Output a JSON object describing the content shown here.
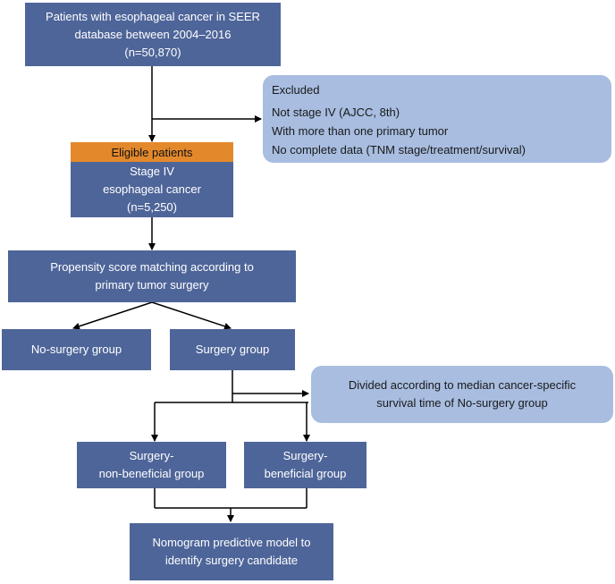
{
  "boxes": {
    "seer": {
      "lines": [
        "Patients with esophageal cancer in SEER",
        "database between 2004–2016",
        "(n=50,870)"
      ]
    },
    "excluded": {
      "title": "Excluded",
      "lines": [
        "Not stage IV (AJCC, 8th)",
        "With more than one primary tumor",
        "No complete data (TNM stage/treatment/survival)"
      ]
    },
    "eligible_header": "Eligible patients",
    "eligible": {
      "lines": [
        "Stage IV",
        "esophageal cancer",
        "(n=5,250)"
      ]
    },
    "psm": {
      "lines": [
        "Propensity score matching according to",
        "primary tumor surgery"
      ]
    },
    "no_surgery": "No-surgery group",
    "surgery": "Surgery group",
    "divided": {
      "lines": [
        "Divided according to median cancer-specific",
        "survival time of No-surgery group"
      ]
    },
    "non_beneficial": {
      "lines": [
        "Surgery-",
        "non-beneficial group"
      ]
    },
    "beneficial": {
      "lines": [
        "Surgery-",
        "beneficial group"
      ]
    },
    "nomogram": {
      "lines": [
        "Nomogram predictive model to",
        "identify surgery candidate"
      ]
    }
  },
  "colors": {
    "box": "#4e6599",
    "light": "#a8bde0",
    "header": "#e3892c"
  }
}
